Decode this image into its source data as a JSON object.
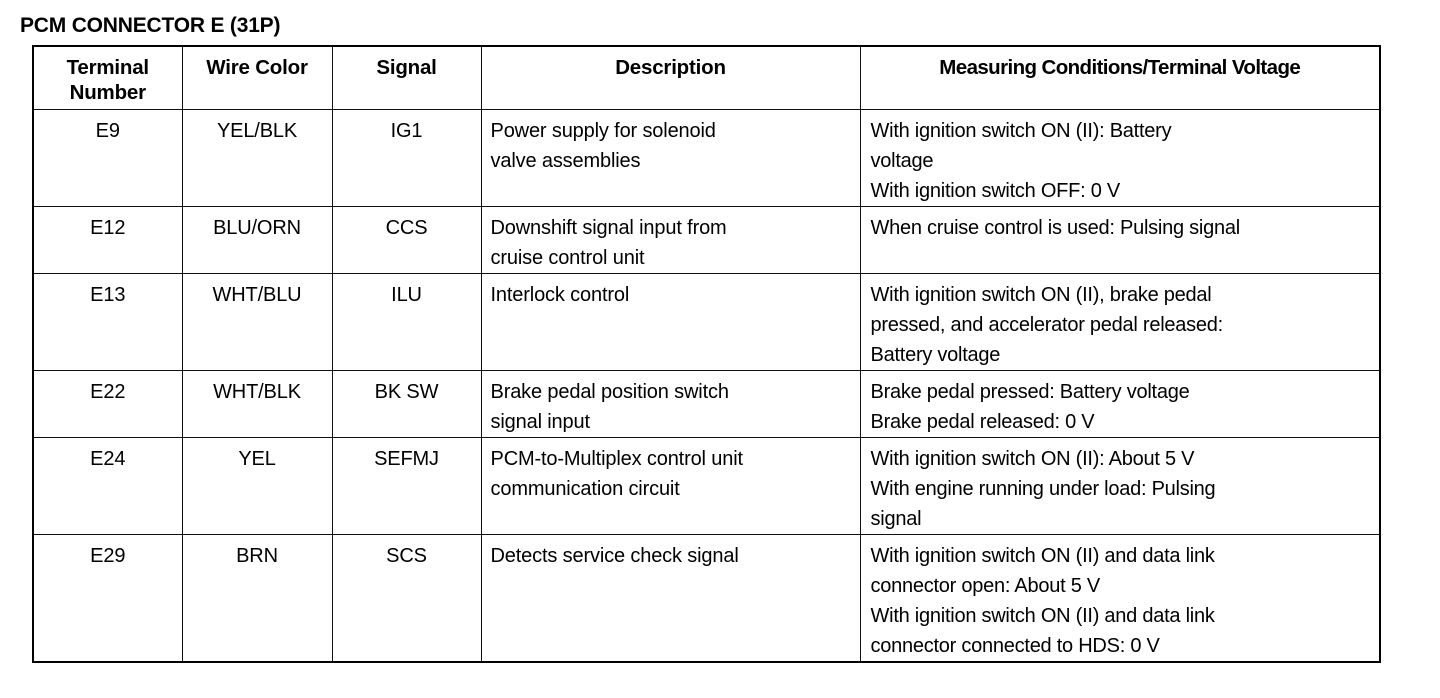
{
  "title": "PCM CONNECTOR E (31P)",
  "table": {
    "headers": {
      "terminal": "Terminal\nNumber",
      "terminal_line1": "Terminal",
      "terminal_line2": "Number",
      "wire_color": "Wire Color",
      "signal": "Signal",
      "description": "Description",
      "measuring": "Measuring Conditions/Terminal Voltage"
    },
    "rows": [
      {
        "terminal": "E9",
        "wire_color": "YEL/BLK",
        "signal": "IG1",
        "description_lines": [
          "Power supply for solenoid",
          "valve assemblies"
        ],
        "measuring_lines": [
          "With ignition switch ON (II): Battery",
          "voltage",
          "With ignition switch OFF: 0 V"
        ]
      },
      {
        "terminal": "E12",
        "wire_color": "BLU/ORN",
        "signal": "CCS",
        "description_lines": [
          "Downshift signal input from",
          "cruise control unit"
        ],
        "measuring_lines": [
          "When cruise control is used: Pulsing signal"
        ]
      },
      {
        "terminal": "E13",
        "wire_color": "WHT/BLU",
        "signal": "ILU",
        "description_lines": [
          "Interlock control"
        ],
        "measuring_lines": [
          "With ignition switch ON (II), brake pedal",
          "pressed, and accelerator pedal released:",
          "Battery voltage"
        ]
      },
      {
        "terminal": "E22",
        "wire_color": "WHT/BLK",
        "signal": "BK SW",
        "description_lines": [
          "Brake pedal position switch",
          "signal input"
        ],
        "measuring_lines": [
          "Brake pedal pressed: Battery voltage",
          "Brake pedal released: 0 V"
        ]
      },
      {
        "terminal": "E24",
        "wire_color": "YEL",
        "signal": "SEFMJ",
        "description_lines": [
          "PCM-to-Multiplex control unit",
          "communication circuit"
        ],
        "measuring_lines": [
          "With ignition switch ON (II): About 5 V",
          "With engine running under load: Pulsing",
          "signal"
        ]
      },
      {
        "terminal": "E29",
        "wire_color": "BRN",
        "signal": "SCS",
        "description_lines": [
          "Detects service check signal"
        ],
        "measuring_lines": [
          "With ignition switch ON (II) and data link",
          "connector open: About 5 V",
          "With ignition switch ON (II) and data link",
          "connector connected to HDS: 0 V"
        ]
      }
    ]
  },
  "colors": {
    "ink": "#000000",
    "paper": "#ffffff"
  }
}
